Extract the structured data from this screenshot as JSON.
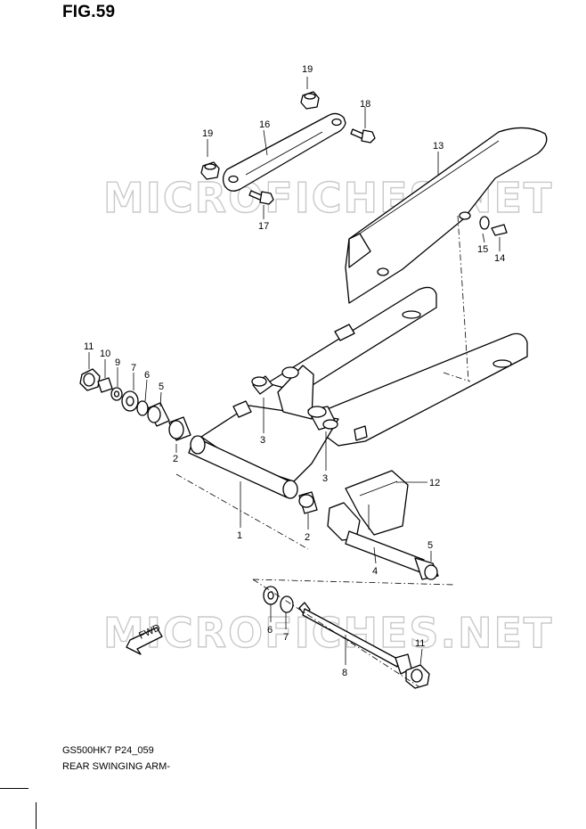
{
  "figure": {
    "title": "FIG.59"
  },
  "watermarks": [
    "MICROFICHES.NET",
    "MICROFICHES.NET"
  ],
  "fwd_label": "FWD",
  "callouts": [
    {
      "id": "c19a",
      "label": "19"
    },
    {
      "id": "c18",
      "label": "18"
    },
    {
      "id": "c16",
      "label": "16"
    },
    {
      "id": "c19b",
      "label": "19"
    },
    {
      "id": "c17",
      "label": "17"
    },
    {
      "id": "c13",
      "label": "13"
    },
    {
      "id": "c15",
      "label": "15"
    },
    {
      "id": "c14",
      "label": "14"
    },
    {
      "id": "c11a",
      "label": "11"
    },
    {
      "id": "c10",
      "label": "10"
    },
    {
      "id": "c9",
      "label": "9"
    },
    {
      "id": "c7a",
      "label": "7"
    },
    {
      "id": "c6a",
      "label": "6"
    },
    {
      "id": "c5a",
      "label": "5"
    },
    {
      "id": "c3a",
      "label": "3"
    },
    {
      "id": "c3b",
      "label": "3"
    },
    {
      "id": "c2a",
      "label": "2"
    },
    {
      "id": "c12",
      "label": "12"
    },
    {
      "id": "c1",
      "label": "1"
    },
    {
      "id": "c2b",
      "label": "2"
    },
    {
      "id": "c5b",
      "label": "5"
    },
    {
      "id": "c4",
      "label": "4"
    },
    {
      "id": "c6b",
      "label": "6"
    },
    {
      "id": "c7b",
      "label": "7"
    },
    {
      "id": "c11b",
      "label": "11"
    },
    {
      "id": "c8",
      "label": "8"
    }
  ],
  "footer": {
    "code": "GS500HK7 P24_059",
    "caption": "REAR SWINGING ARM-"
  }
}
